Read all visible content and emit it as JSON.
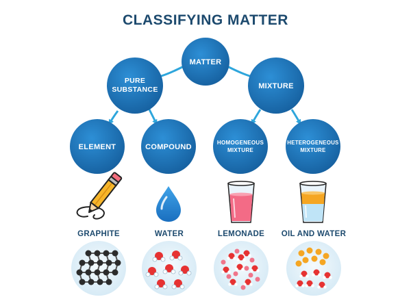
{
  "title": "CLASSIFYING MATTER",
  "nodes": {
    "matter": "MATTER",
    "pure_substance": [
      "PURE",
      "SUBSTANCE"
    ],
    "mixture": "MIXTURE",
    "element": "ELEMENT",
    "compound": "COMPOUND",
    "homogeneous": [
      "HOMOGENEOUS",
      "MIXTURE"
    ],
    "heterogeneous": [
      "HETEROGENEOUS",
      "MIXTURE"
    ]
  },
  "examples": {
    "graphite": "GRAPHITE",
    "water": "WATER",
    "lemonade": "LEMONADE",
    "oil_and_water": "OIL AND WATER"
  },
  "icons": [
    "pencil-icon",
    "water-drop-icon",
    "lemonade-glass-icon",
    "oil-water-glass-icon"
  ],
  "colors": {
    "node_fill": "#1b76bd",
    "arrow": "#2ea6dc",
    "title": "#1d4a6e",
    "atom_dark": "#2b2b2b",
    "atom_red": "#e63232",
    "atom_pink": "#f0758a",
    "atom_orange": "#f5a623",
    "circle_bg": "#e6f2f9"
  }
}
